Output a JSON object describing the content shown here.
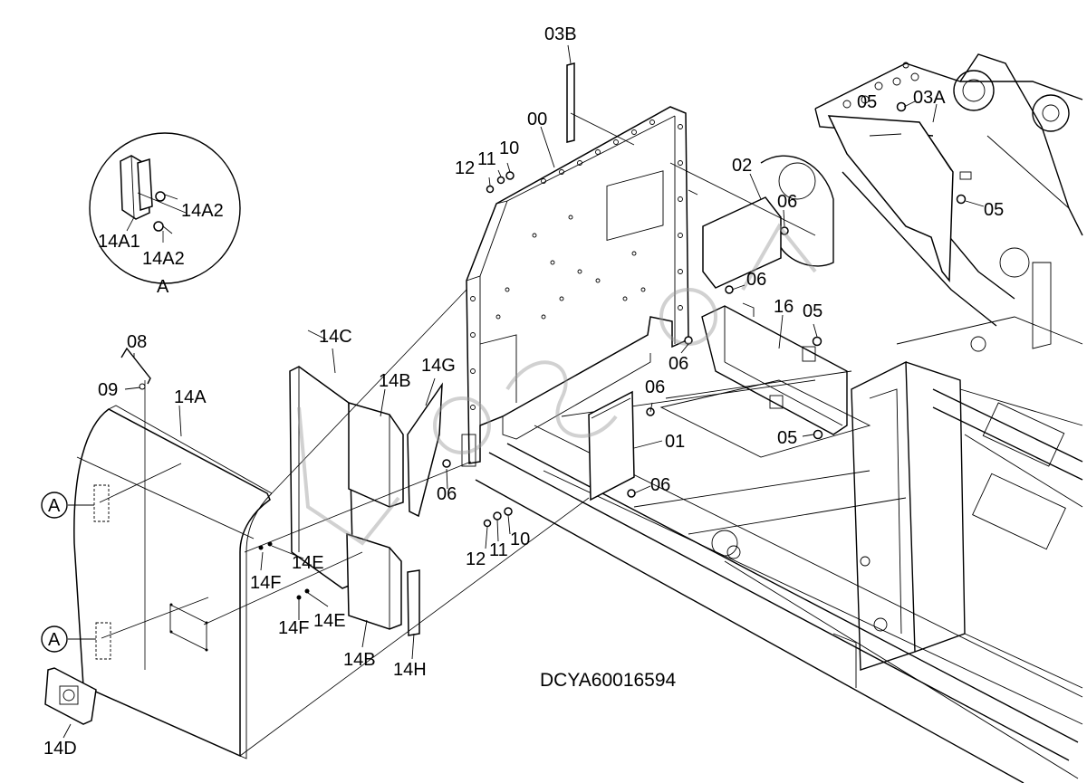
{
  "diagram": {
    "document_code": "DCYA60016594",
    "detail_view": {
      "view_label": "A",
      "labels": {
        "hinge": "14A1",
        "bolt_upper": "14A2",
        "bolt_lower": "14A2"
      }
    },
    "callouts": {
      "cover": "14A",
      "detail_marker_upper": "A",
      "detail_marker_lower": "A",
      "handle": "08",
      "handle_screw": "09",
      "pad_c": "14C",
      "pad_b_upper": "14B",
      "pad_b_lower": "14B",
      "pad_g": "14G",
      "pad_h": "14H",
      "clip_e_upper": "14E",
      "clip_e_lower": "14E",
      "clip_f_upper": "14F",
      "clip_f_lower": "14F",
      "latch": "14D",
      "plate_00": "00",
      "plate_01": "01",
      "plate_02": "02",
      "bracket_16": "16",
      "strip_03b": "03B",
      "cover_03a": "03A",
      "bolt_05_a": "05",
      "bolt_05_b": "05",
      "bolt_05_c": "05",
      "bolt_05_d": "05",
      "bolt_06_a": "06",
      "bolt_06_b": "06",
      "bolt_06_c": "06",
      "bolt_06_d": "06",
      "bolt_06_e": "06",
      "bolt_06_f": "06",
      "washer_12_top": "12",
      "washer_11_top": "11",
      "washer_10_top": "10",
      "washer_12_bottom": "12",
      "washer_11_bottom": "11",
      "washer_10_bottom": "10"
    }
  }
}
